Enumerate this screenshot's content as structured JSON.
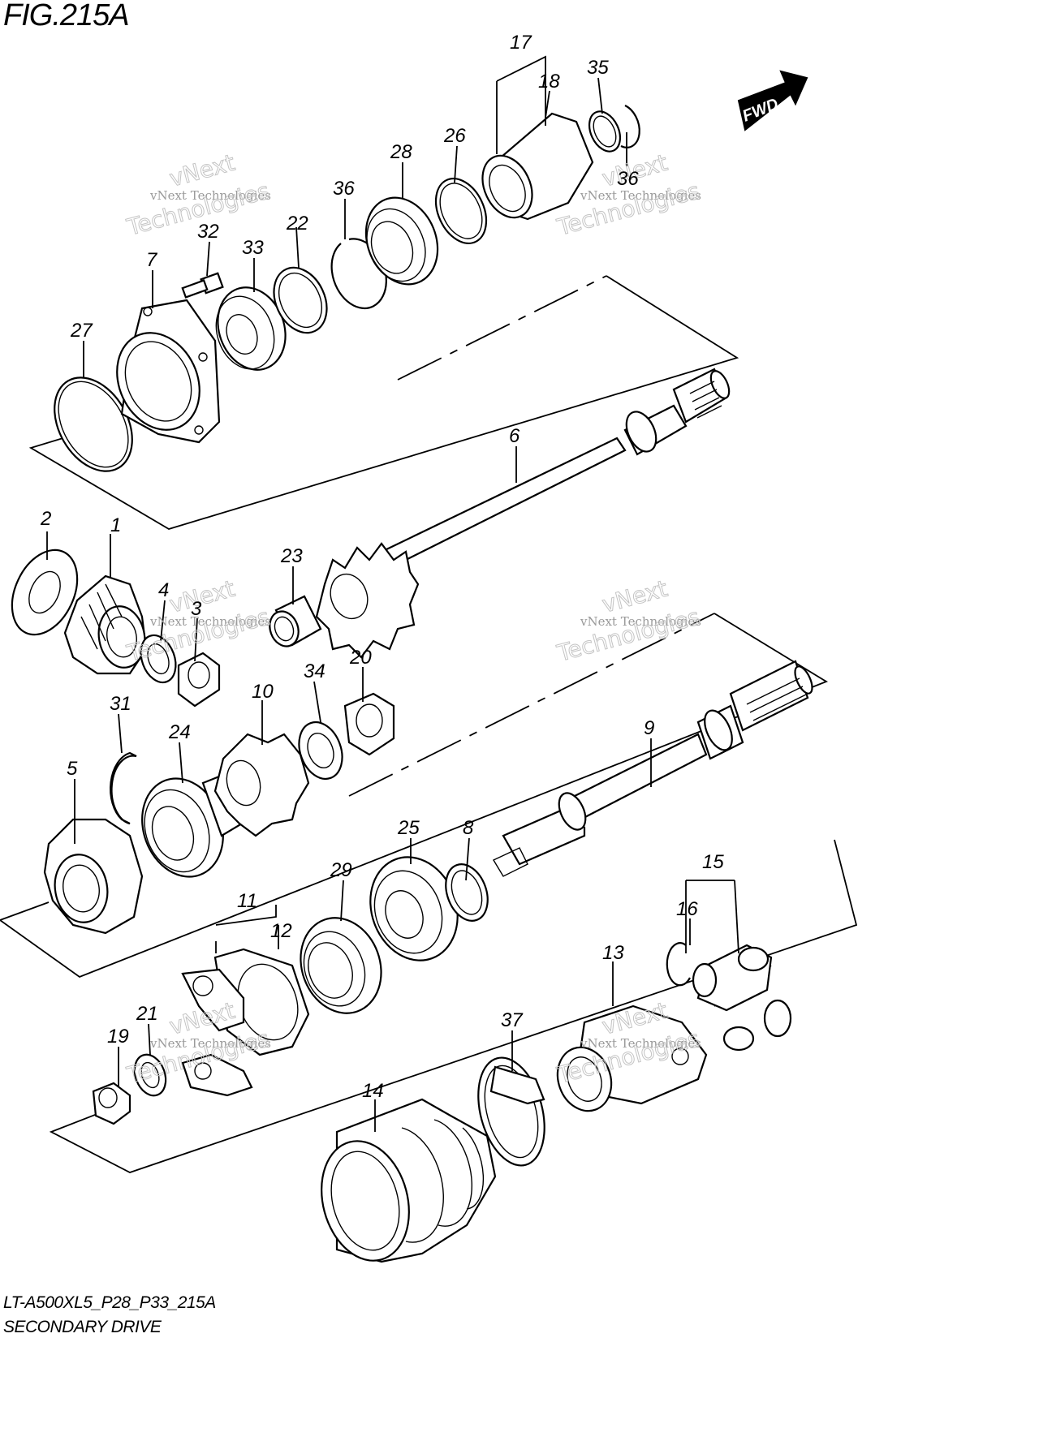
{
  "figure": {
    "title": "FIG.215A",
    "model_code": "LT-A500XL5_P28_P33_215A",
    "section_name": "SECONDARY DRIVE",
    "direction_badge": "FWD"
  },
  "watermark": {
    "line1": "vNext",
    "line2": "vNext Technologies",
    "line3": "Technologies"
  },
  "callouts": [
    {
      "id": "c1",
      "label": "1"
    },
    {
      "id": "c2",
      "label": "2"
    },
    {
      "id": "c3",
      "label": "3"
    },
    {
      "id": "c4",
      "label": "4"
    },
    {
      "id": "c5",
      "label": "5"
    },
    {
      "id": "c6",
      "label": "6"
    },
    {
      "id": "c7",
      "label": "7"
    },
    {
      "id": "c8",
      "label": "8"
    },
    {
      "id": "c9",
      "label": "9"
    },
    {
      "id": "c10",
      "label": "10"
    },
    {
      "id": "c11",
      "label": "11"
    },
    {
      "id": "c12",
      "label": "12"
    },
    {
      "id": "c13",
      "label": "13"
    },
    {
      "id": "c14",
      "label": "14"
    },
    {
      "id": "c15",
      "label": "15"
    },
    {
      "id": "c16",
      "label": "16"
    },
    {
      "id": "c17",
      "label": "17"
    },
    {
      "id": "c18",
      "label": "18"
    },
    {
      "id": "c19",
      "label": "19"
    },
    {
      "id": "c20",
      "label": "20"
    },
    {
      "id": "c21",
      "label": "21"
    },
    {
      "id": "c22",
      "label": "22"
    },
    {
      "id": "c23",
      "label": "23"
    },
    {
      "id": "c24",
      "label": "24"
    },
    {
      "id": "c25",
      "label": "25"
    },
    {
      "id": "c26",
      "label": "26"
    },
    {
      "id": "c27",
      "label": "27"
    },
    {
      "id": "c28",
      "label": "28"
    },
    {
      "id": "c29",
      "label": "29"
    },
    {
      "id": "c31",
      "label": "31"
    },
    {
      "id": "c32",
      "label": "32"
    },
    {
      "id": "c33",
      "label": "33"
    },
    {
      "id": "c34",
      "label": "34"
    },
    {
      "id": "c35",
      "label": "35"
    },
    {
      "id": "c36",
      "label": "36"
    },
    {
      "id": "c36b",
      "label": "36"
    },
    {
      "id": "c37",
      "label": "37"
    }
  ]
}
